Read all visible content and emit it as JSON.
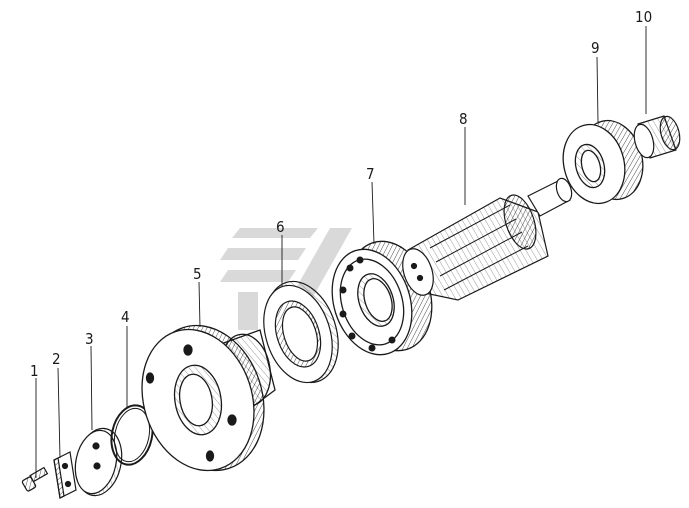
{
  "callouts": [
    {
      "id": "1",
      "text": "1"
    },
    {
      "id": "2",
      "text": "2"
    },
    {
      "id": "3",
      "text": "3"
    },
    {
      "id": "4",
      "text": "4"
    },
    {
      "id": "5",
      "text": "5"
    },
    {
      "id": "6",
      "text": "6"
    },
    {
      "id": "7",
      "text": "7"
    },
    {
      "id": "8",
      "text": "8"
    },
    {
      "id": "9",
      "text": "9"
    },
    {
      "id": "10",
      "text": "10"
    }
  ],
  "colors": {
    "ink": "#1a1a1a",
    "paper": "#ffffff",
    "watermark": "#d9d9d9"
  },
  "watermark_icon": "stripe-logo-watermark"
}
